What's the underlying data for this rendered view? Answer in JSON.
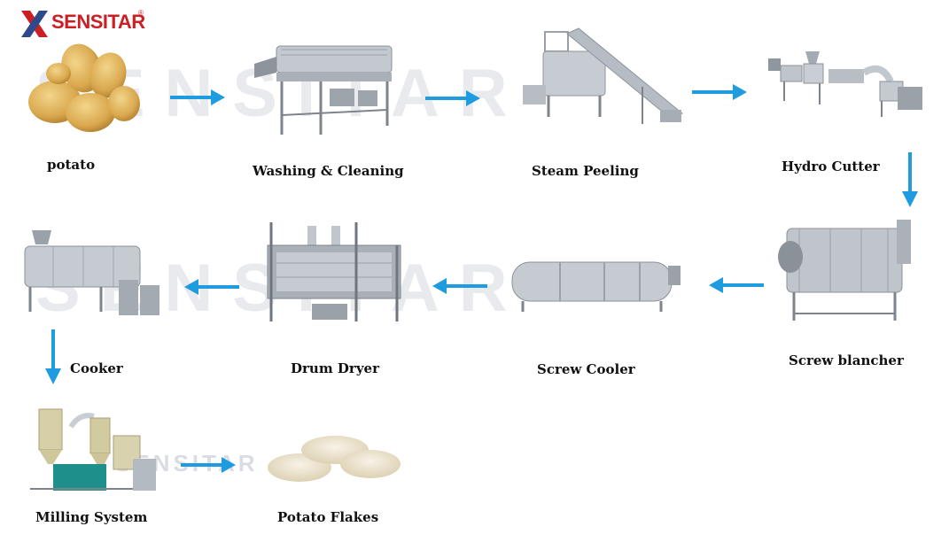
{
  "brand": {
    "name": "SENSITAR",
    "registered": "®"
  },
  "watermark": "SENSITAR",
  "steps": [
    {
      "id": "potato",
      "label": "potato"
    },
    {
      "id": "washing",
      "label": "Washing & Cleaning"
    },
    {
      "id": "peeling",
      "label": "Steam Peeling"
    },
    {
      "id": "cutter",
      "label": "Hydro Cutter"
    },
    {
      "id": "blancher",
      "label": "Screw blancher"
    },
    {
      "id": "cooler",
      "label": "Screw Cooler"
    },
    {
      "id": "dryer",
      "label": "Drum Dryer"
    },
    {
      "id": "cooker",
      "label": "Cooker"
    },
    {
      "id": "milling",
      "label": "Milling System"
    },
    {
      "id": "flakes",
      "label": "Potato Flakes"
    }
  ],
  "colors": {
    "arrow": "#1f9be0",
    "brand": "#cc1f24",
    "steel": "#b9bfc6"
  }
}
